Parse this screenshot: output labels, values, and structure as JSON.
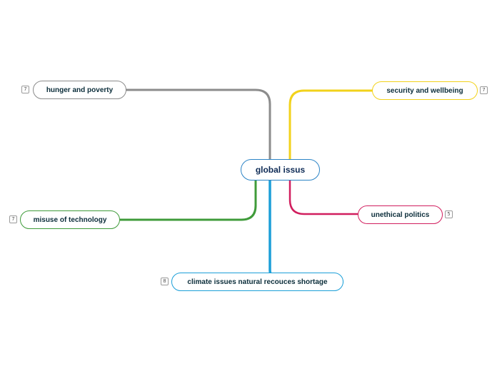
{
  "mindmap": {
    "root": {
      "label": "global issus",
      "color": "#2c84c6"
    },
    "branches": [
      {
        "id": "hunger",
        "label": "hunger and poverty",
        "count": "7",
        "color": "#8c8c8c"
      },
      {
        "id": "security",
        "label": "security and wellbeing",
        "count": "7",
        "color": "#f2d21b"
      },
      {
        "id": "politics",
        "label": "unethical politics",
        "count": "5",
        "color": "#d11e5e"
      },
      {
        "id": "technology",
        "label": "misuse of technology",
        "count": "7",
        "color": "#3f9b3a"
      },
      {
        "id": "climate",
        "label": "climate issues natural recouces shortage",
        "count": "8",
        "color": "#1b9fd8"
      }
    ]
  }
}
